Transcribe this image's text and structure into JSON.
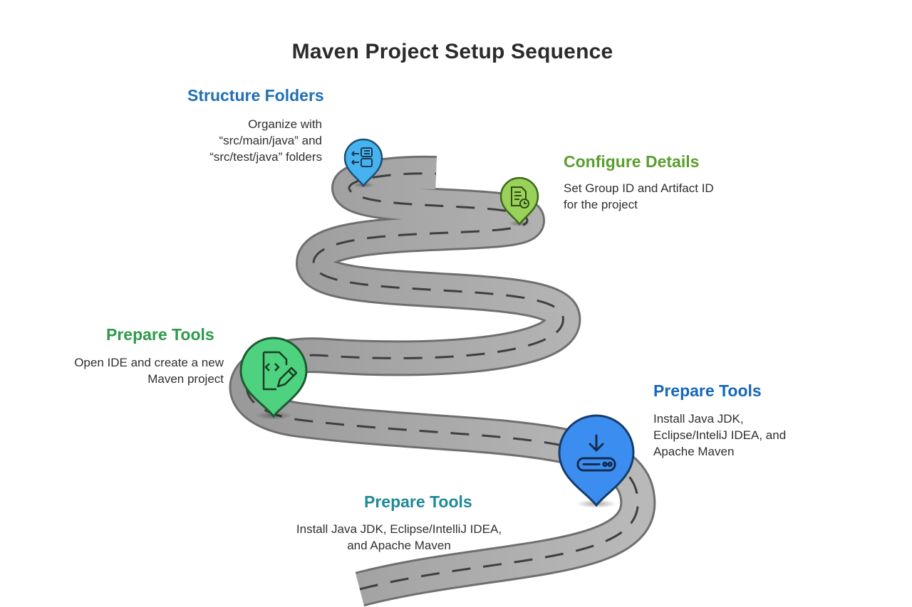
{
  "title": "Maven Project Setup Sequence",
  "steps": [
    {
      "heading": "Structure Folders",
      "color": "#1f6fb5",
      "icon": "folder-structure-icon",
      "marker_color": "#46b3f0",
      "description": [
        "Organize with",
        "“src/main/java” and",
        "“src/test/java” folders"
      ]
    },
    {
      "heading": "Configure Details",
      "color": "#5a9e2e",
      "icon": "document-settings-icon",
      "marker_color": "#9bd05a",
      "description": [
        "Set Group ID and Artifact ID",
        "for the project"
      ]
    },
    {
      "heading": "Prepare Tools",
      "color": "#2e9a4a",
      "icon": "code-edit-icon",
      "marker_color": "#4fd27f",
      "description": [
        "Open IDE and create a new",
        "Maven project"
      ]
    },
    {
      "heading": "Prepare Tools",
      "color": "#1667b8",
      "icon": "download-drive-icon",
      "marker_color": "#3b8ef0",
      "description": [
        "Install Java JDK,",
        "Eclipse/InteliJ IDEA, and",
        "Apache Maven"
      ]
    },
    {
      "heading": "Prepare Tools",
      "color": "#1e8a98",
      "icon": "",
      "marker_color": "",
      "description": [
        "Install Java JDK, Eclipse/IntelliJ  IDEA,",
        "and Apache Maven"
      ]
    }
  ]
}
